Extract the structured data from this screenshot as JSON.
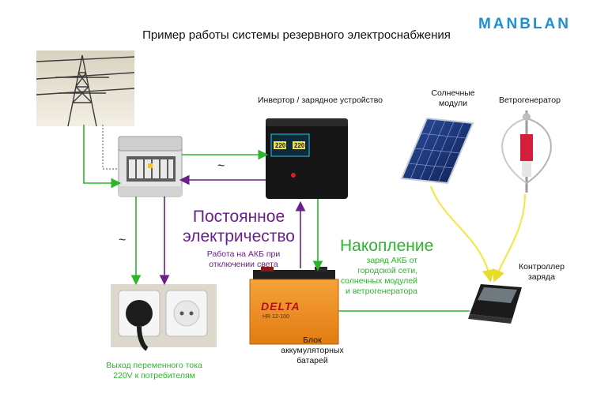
{
  "header": {
    "title": "Пример работы системы резервного электроснабжения",
    "logo": "MANBLAN"
  },
  "labels": {
    "inverter": "Инвертор / зарядное устройство",
    "solar_line1": "Солнечные",
    "solar_line2": "модули",
    "wind": "Ветрогенератор",
    "controller_line1": "Контроллер",
    "controller_line2": "заряда",
    "battery_line1": "Блок",
    "battery_line2": "аккумуляторных",
    "battery_line3": "батарей",
    "output_line1": "Выход переменного тока",
    "output_line2": "220V к потребителям",
    "dc_line1": "Постоянное",
    "dc_line2": "электричество",
    "dc_note_line1": "Работа на АКБ при",
    "dc_note_line2": "отключении света",
    "accum_title": "Накопление",
    "accum_line1": "заряд АКБ от",
    "accum_line2": "городской сети,",
    "accum_line3": "солнечных модулей",
    "accum_line4": "и ветрогенератора",
    "ac_symbol": "~",
    "ac_symbol2": "~",
    "battery_brand": "DELTA",
    "battery_model": "HR 12-100",
    "inverter_display_left": "220",
    "inverter_display_right": "220"
  },
  "colors": {
    "green_line": "#2bb52b",
    "purple_line": "#6a1f8a",
    "yellow_line": "#f2e640",
    "logo": "#1e8fd0"
  }
}
